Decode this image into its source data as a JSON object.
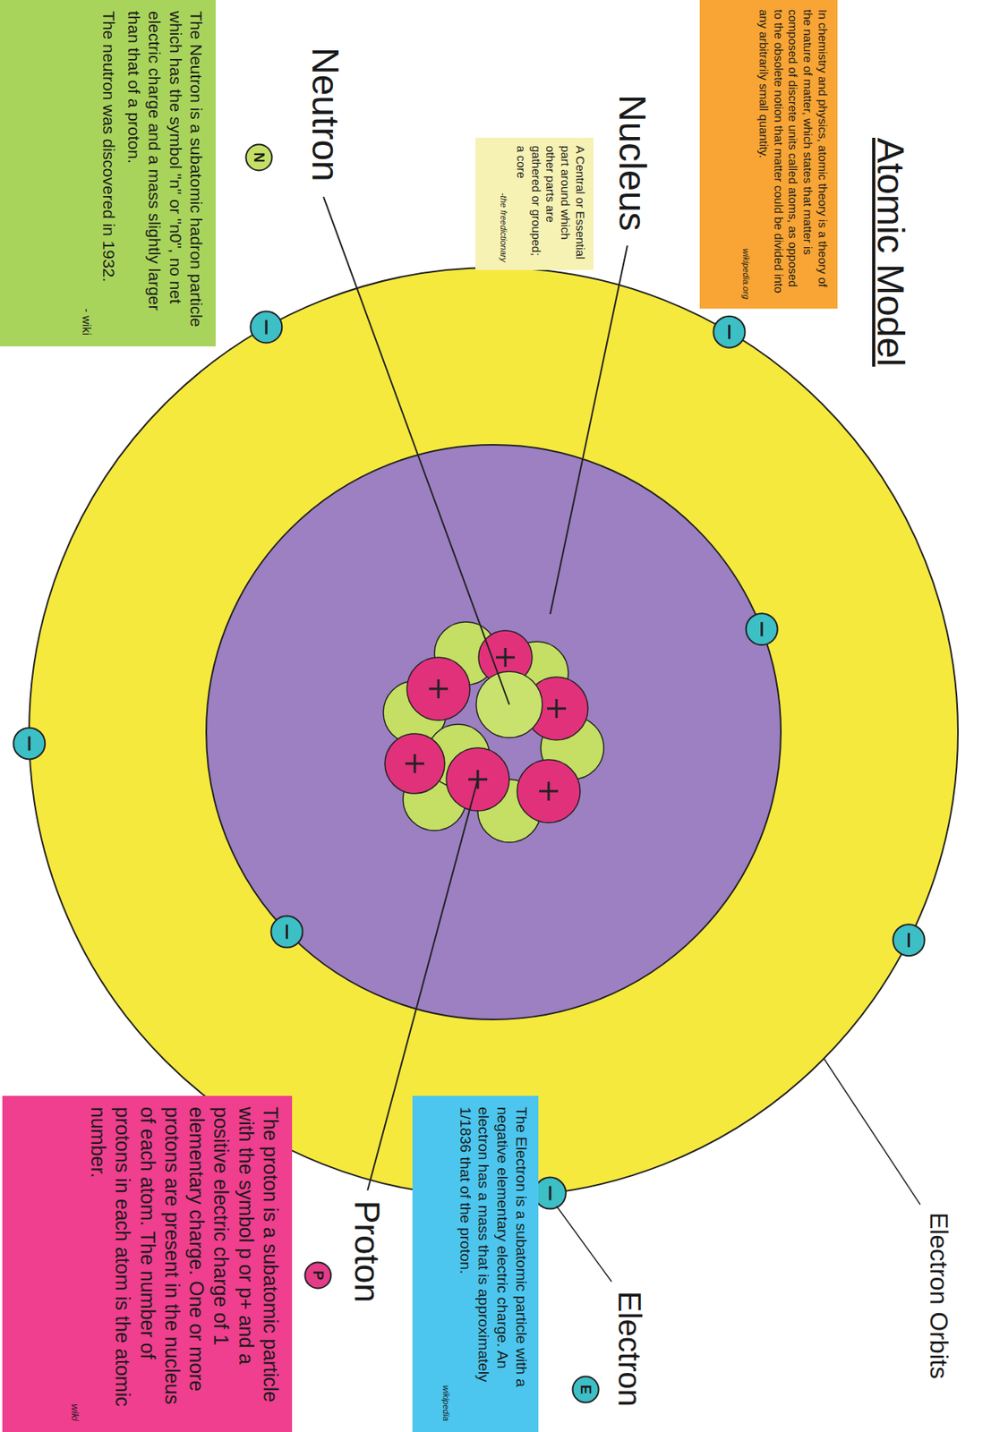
{
  "diagram": {
    "title": "Atomic Model",
    "nodes": [
      {
        "text": [
          "In chemistry and physics, atomic theory is a theory of the nature of matter, which states that matter is composed of discrete units called atoms, as opposed to the obsolete notion that matter could be divided into any arbitrarily small quantity.",
          "wikipedia.org"
        ]
      },
      {
        "text": [
          "A Central or Essential part around which other parts are gathered or grouped; a core",
          "-the freedictionary"
        ]
      },
      {
        "text": [
          "The Neutron is a subatomic hadron particle which has the symbol \"n\" or \"n0\", no net electric charge and a mass slightly larger than that of a proton.",
          "The neutron was discovered in 1932.",
          "- wiki"
        ]
      },
      {
        "text": [
          "N"
        ]
      },
      {
        "text": [
          "The Electron is a subatomic particle with a negative elementary electric charge. An electron has a mass that is approximately 1/1836 that of the proton.",
          "wikipedia"
        ]
      },
      {
        "text": [
          "E"
        ]
      },
      {
        "text": [
          "The proton is a subatomic particle with the symbol p or p+ and a positive electric charge of 1 elementary charge. One or more protons are present in the nucleus of each atom. The number of protons in each atom is the atomic number.",
          "wiki"
        ]
      },
      {
        "text": [
          "P"
        ]
      }
    ],
    "labels": [
      "Nucleus",
      "Neutron",
      "Proton",
      "Electron",
      "Electron Orbits"
    ]
  }
}
